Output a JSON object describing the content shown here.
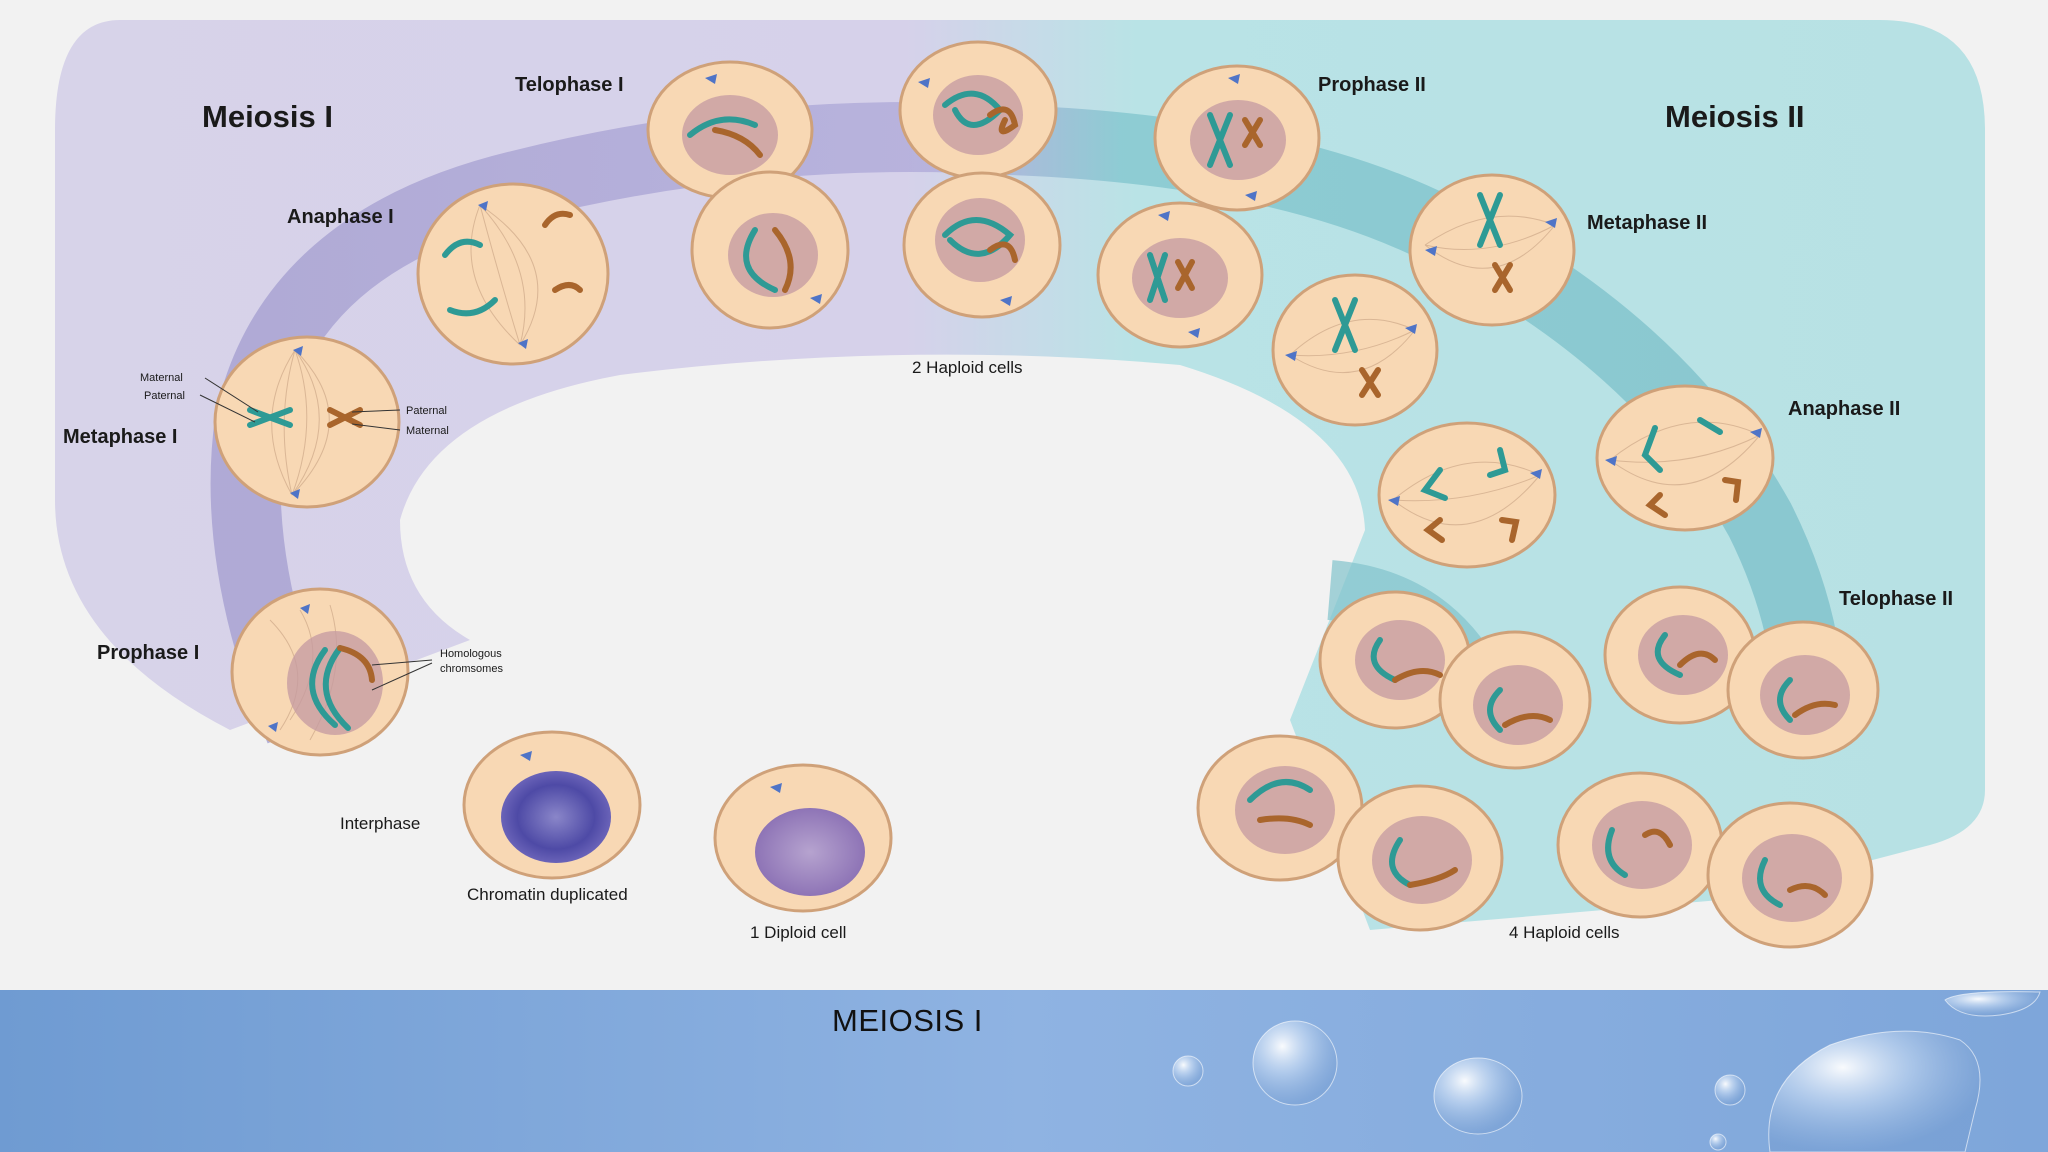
{
  "labels": {
    "meiosis_1": "Meiosis I",
    "meiosis_2": "Meiosis II",
    "telophase_1": "Telophase I",
    "anaphase_1": "Anaphase I",
    "metaphase_1": "Metaphase I",
    "prophase_1": "Prophase I",
    "prophase_2": "Prophase II",
    "metaphase_2": "Metaphase II",
    "anaphase_2": "Anaphase II",
    "telophase_2": "Telophase II",
    "interphase": "Interphase",
    "chromatin_duplicated": "Chromatin duplicated",
    "one_diploid_cell": "1 Diploid cell",
    "two_haploid_cells": "2 Haploid cells",
    "four_haploid_cells": "4 Haploid cells",
    "maternal_left": "Maternal",
    "paternal_left": "Paternal",
    "paternal_right": "Paternal",
    "maternal_right": "Maternal",
    "homologous_1": "Homologous",
    "homologous_2": "chromsomes"
  },
  "slide": {
    "title": "MEIOSIS I"
  }
}
